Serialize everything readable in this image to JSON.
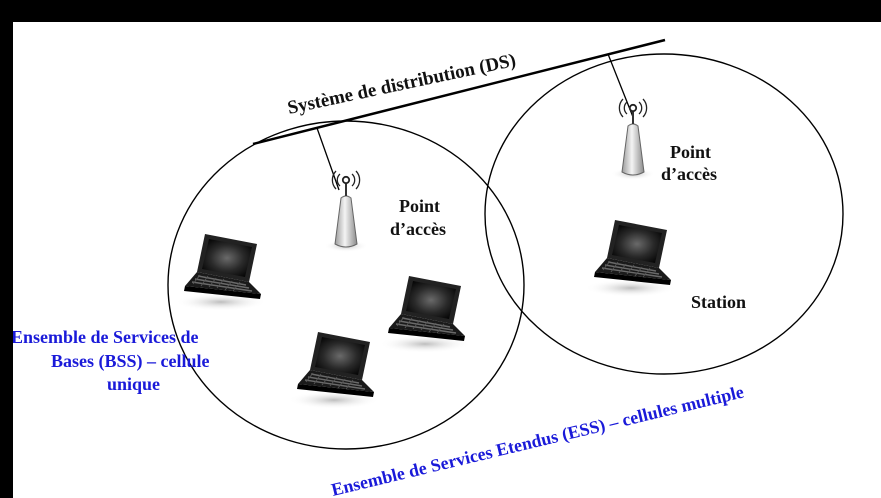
{
  "diagram": {
    "ds_label": "Système de distribution (DS)",
    "ap_left_label": [
      "Point",
      "d’accès"
    ],
    "ap_right_label": [
      "Point",
      "d’accès"
    ],
    "station_label": "Station",
    "bss_label": [
      "Ensemble de Services de",
      "Bases (BSS) – cellule",
      "unique"
    ],
    "ess_label": "Ensemble de Services Etendus (ESS) – cellules multiple"
  },
  "colors": {
    "frame": "#000000",
    "line": "#000000",
    "ap_label": "#111111",
    "bss_label": "#1a1ad9",
    "ess_label": "#1a1ad9"
  },
  "icons": [
    "access-point-icon",
    "laptop-icon",
    "antenna-signal-icon"
  ]
}
